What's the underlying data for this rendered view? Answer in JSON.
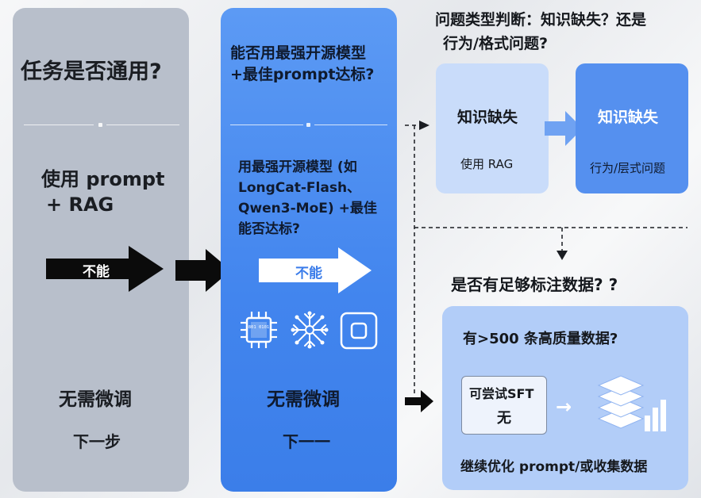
{
  "column1": {
    "title": "任务是否通用?",
    "option_line1": "使用 prompt",
    "option_line2": "+ RAG",
    "arrow_label": "不能",
    "result": "无需微调",
    "next_step": "下一步"
  },
  "column2": {
    "title_line1": "能否用最强开源模型",
    "title_line2": "+最佳prompt达标?",
    "question_lines": [
      "用最强开源模型 (如",
      "LongCat-Flash、",
      "Qwen3-MoE) +最佳",
      "能否达标?"
    ],
    "arrow_label": "不能",
    "result": "无需微调",
    "next_step": "下一一",
    "icons": [
      "chip-icon",
      "neural-network-icon",
      "app-square-icon"
    ],
    "chip_text": "801 0101"
  },
  "problem_type": {
    "title_line1": "问题类型判断：知识缺失？还是",
    "title_line2": "行为/格式问题?",
    "box_left": {
      "title": "知识缺失",
      "subtitle": "使用 RAG"
    },
    "box_right": {
      "title": "知识缺失",
      "subtitle": "行为/层式问题"
    }
  },
  "data_check": {
    "question": "是否有足够标注数据? ?",
    "box_title": "有>500 条高质量数据?",
    "sft_line1": "可尝试SFT",
    "sft_line2": "无",
    "arrow_symbol": "→",
    "footer": "继续优化 prompt/或收集数据"
  },
  "colors": {
    "gray_panel": "#b8bfcb",
    "blue_panel": "#4285ee",
    "light_blue_box": "#c9dcfa",
    "mid_blue_box": "#5590ef",
    "data_box": "#b2cdf8"
  }
}
